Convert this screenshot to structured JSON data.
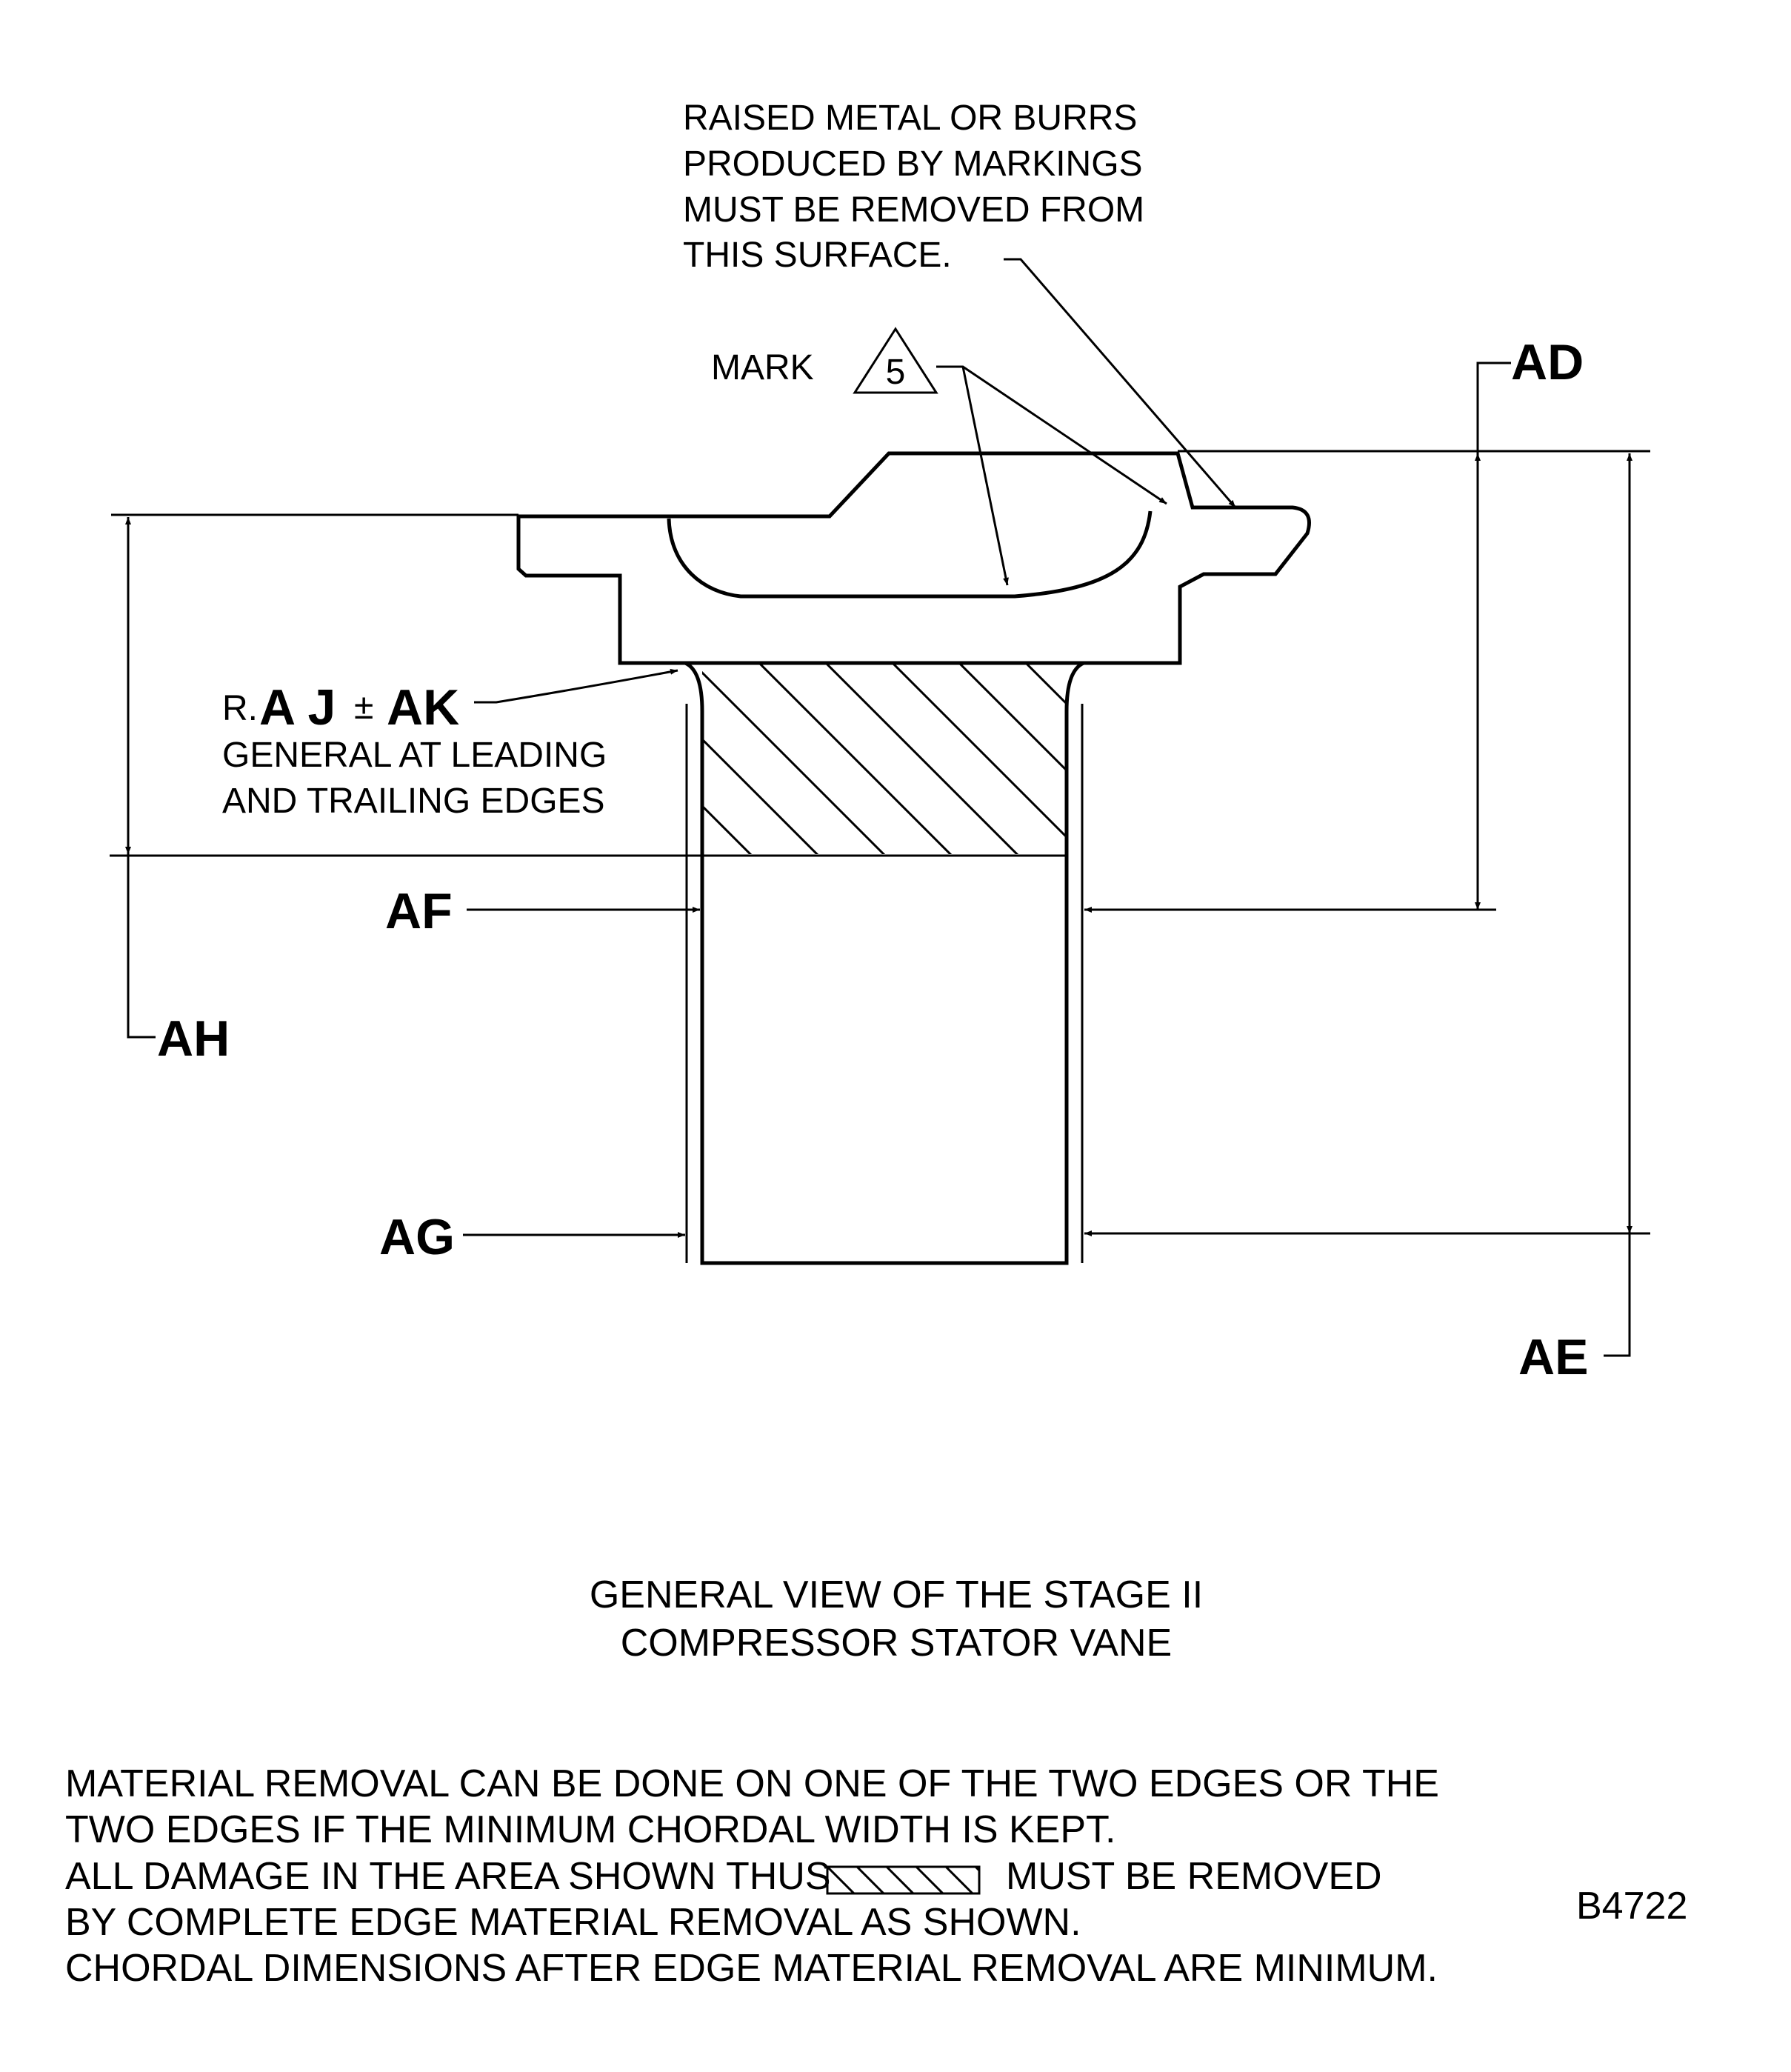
{
  "callouts": {
    "raised_metal": [
      "RAISED METAL OR BURRS",
      "PRODUCED BY MARKINGS",
      "MUST BE REMOVED FROM",
      "THIS SURFACE."
    ],
    "mark_label": "MARK",
    "mark_number": "5",
    "radius_prefix": "R.",
    "radius_value": "A J",
    "radius_tol_symbol": "±",
    "radius_tol": "AK",
    "radius_note": [
      "GENERAL AT LEADING",
      "AND TRAILING EDGES"
    ]
  },
  "dimensions": {
    "ad": "AD",
    "ae": "AE",
    "af": "AF",
    "ag": "AG",
    "ah": "AH"
  },
  "caption": [
    "GENERAL VIEW OF THE STAGE II",
    "COMPRESSOR STATOR VANE"
  ],
  "notes": {
    "line1": "MATERIAL REMOVAL CAN BE DONE ON ONE OF THE TWO EDGES OR THE",
    "line2": "TWO EDGES IF THE MINIMUM CHORDAL WIDTH IS KEPT.",
    "line3a": "ALL DAMAGE IN THE AREA SHOWN THUS",
    "line3b": "MUST BE REMOVED",
    "line4": "BY COMPLETE EDGE MATERIAL REMOVAL AS SHOWN.",
    "line5": "CHORDAL DIMENSIONS AFTER EDGE MATERIAL REMOVAL ARE MINIMUM."
  },
  "figure_id": "B4722"
}
